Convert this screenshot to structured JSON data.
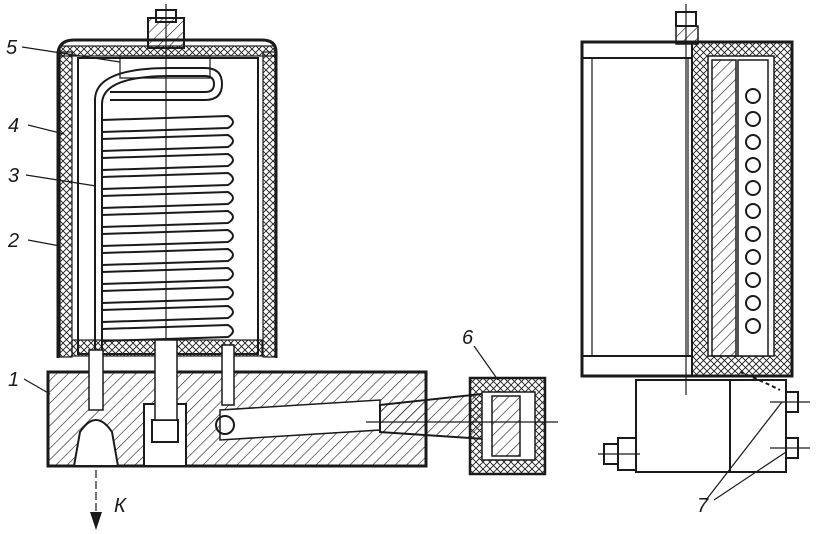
{
  "labels": {
    "l1": "1",
    "l2": "2",
    "l3": "3",
    "l4": "4",
    "l5": "5",
    "l6": "6",
    "l7": "7",
    "k": "К"
  },
  "colors": {
    "ink": "#1a1a1a",
    "paper": "#ffffff"
  }
}
